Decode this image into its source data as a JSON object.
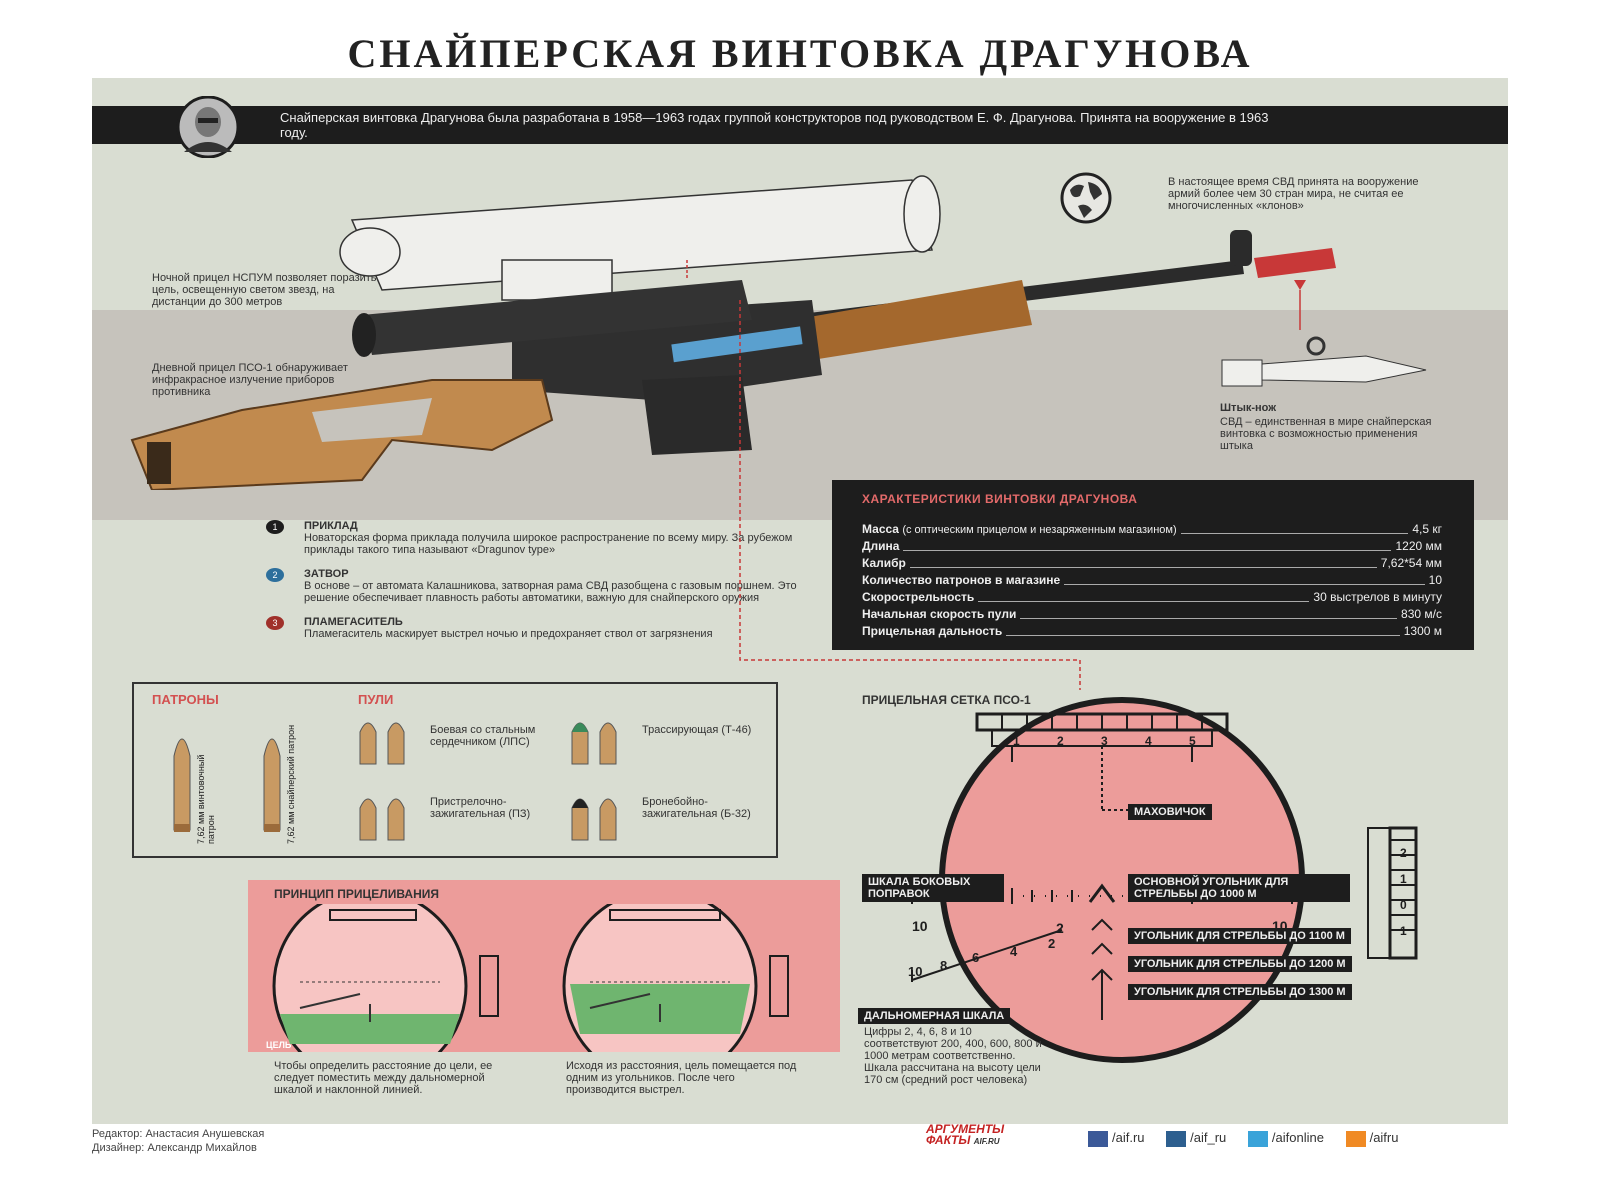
{
  "title": "СНАЙПЕРСКАЯ ВИНТОВКА ДРАГУНОВА",
  "intro": "Снайперская винтовка Драгунова была разработана в 1958—1963 годах группой конструкторов под руководством Е. Ф. Драгунова. Принята на вооружение в 1963 году.",
  "world_note": "В настоящее время СВД принята на вооружение армий более чем 30 стран мира, не считая ее многочисленных «клонов»",
  "night_scope": "Ночной прицел НСПУМ позволяет поразить цель, освещенную светом звезд, на дистанции до 300 метров",
  "day_scope": "Дневной прицел ПСО-1 обнаруживает инфракрасное излучение приборов противника",
  "bayonet_label": "Штык-нож",
  "bayonet_text": "СВД – единственная в мире снайперская винтовка с возможностью применения штыка",
  "parts": [
    {
      "num": "1",
      "title": "ПРИКЛАД",
      "text": "Новаторская форма приклада получила широкое распространение по всему миру. За рубежом приклады такого типа называют «Dragunov type»",
      "color": "#1d1d1d"
    },
    {
      "num": "2",
      "title": "ЗАТВОР",
      "text": "В основе – от автомата Калашникова, затворная рама СВД разобщена с газовым поршнем. Это решение обеспечивает плавность работы автоматики, важную для снайперского оружия",
      "color": "#2d6f9c"
    },
    {
      "num": "3",
      "title": "ПЛАМЕГАСИТЕЛЬ",
      "text": "Пламегаситель маскирует выстрел ночью и предохраняет ствол от загрязнения",
      "color": "#a0302a"
    }
  ],
  "specs": {
    "title": "ХАРАКТЕРИСТИКИ ВИНТОВКИ ДРАГУНОВА",
    "rows": [
      {
        "label": "Масса",
        "note": "(с оптическим прицелом и незаряженным магазином)",
        "value": "4,5 кг"
      },
      {
        "label": "Длина",
        "note": "",
        "value": "1220 мм"
      },
      {
        "label": "Калибр",
        "note": "",
        "value": "7,62*54 мм"
      },
      {
        "label": "Количество патронов в магазине",
        "note": "",
        "value": "10"
      },
      {
        "label": "Скорострельность",
        "note": "",
        "value": "30 выстрелов в минуту"
      },
      {
        "label": "Начальная скорость пули",
        "note": "",
        "value": "830 м/с"
      },
      {
        "label": "Прицельная дальность",
        "note": "",
        "value": "1300 м"
      }
    ]
  },
  "cartridges": {
    "title": "ПАТРОНЫ",
    "items": [
      "7,62 мм винтовочный патрон",
      "7,62 мм снайперский патрон"
    ]
  },
  "bullets": {
    "title": "ПУЛИ",
    "items": [
      "Боевая со стальным сердечником (ЛПС)",
      "Трассирующая (Т-46)",
      "Пристрелочно-зажигательная (ПЗ)",
      "Бронебойно-зажигательная (Б-32)"
    ]
  },
  "aiming": {
    "title": "ПРИНЦИП ПРИЦЕЛИВАНИЯ",
    "caption1": "Чтобы определить расстояние до цели, ее следует поместить между дальномерной шкалой и наклонной линией.",
    "caption2": "Исходя из расстояния, цель помещается под одним из угольников. После чего производится выстрел.",
    "small_label": "ЦЕЛЬ"
  },
  "reticle": {
    "title": "ПРИЦЕЛЬНАЯ СЕТКА ПСО-1",
    "top_scale": [
      "1",
      "2",
      "3",
      "4",
      "5"
    ],
    "side_scale": [
      "2",
      "1",
      "0",
      "1"
    ],
    "handwheel": "МАХОВИЧОК",
    "lateral": "ШКАЛА БОКОВЫХ ПОПРАВОК",
    "main_chevron": "ОСНОВНОЙ УГОЛЬНИК ДЛЯ СТРЕЛЬБЫ ДО 1000 М",
    "chevron_1100": "УГОЛЬНИК ДЛЯ СТРЕЛЬБЫ ДО 1100 М",
    "chevron_1200": "УГОЛЬНИК ДЛЯ СТРЕЛЬБЫ ДО 1200 М",
    "chevron_1300": "УГОЛЬНИК ДЛЯ СТРЕЛЬБЫ ДО 1300 М",
    "lateral_10": "10",
    "lateral_2": "2",
    "lateral_10r": "10",
    "range_marks": [
      "10",
      "8",
      "6",
      "4",
      "2"
    ],
    "range_label": "ДАЛЬНОМЕРНАЯ ШКАЛА",
    "range_text": "Цифры 2, 4, 6, 8 и 10 соответствуют 200, 400, 600, 800 и 1000 метрам соответственно. Шкала рассчитана на высоту цели 170 см (средний рост человека)"
  },
  "footer": {
    "editor": "Редактор: Анастасия Анушевская",
    "designer": "Дизайнер: Александр Михайлов",
    "logo_top": "АРГУМЕНТЫ",
    "logo_bottom": "ФАКТЫ",
    "logo_site": "AIF.RU",
    "social": [
      {
        "text": "/aif.ru",
        "color": "#3b5998"
      },
      {
        "text": "/aif_ru",
        "color": "#2d5f8f"
      },
      {
        "text": "/aifonline",
        "color": "#3aa3d9"
      },
      {
        "text": "/aifru",
        "color": "#f08a24"
      }
    ]
  }
}
